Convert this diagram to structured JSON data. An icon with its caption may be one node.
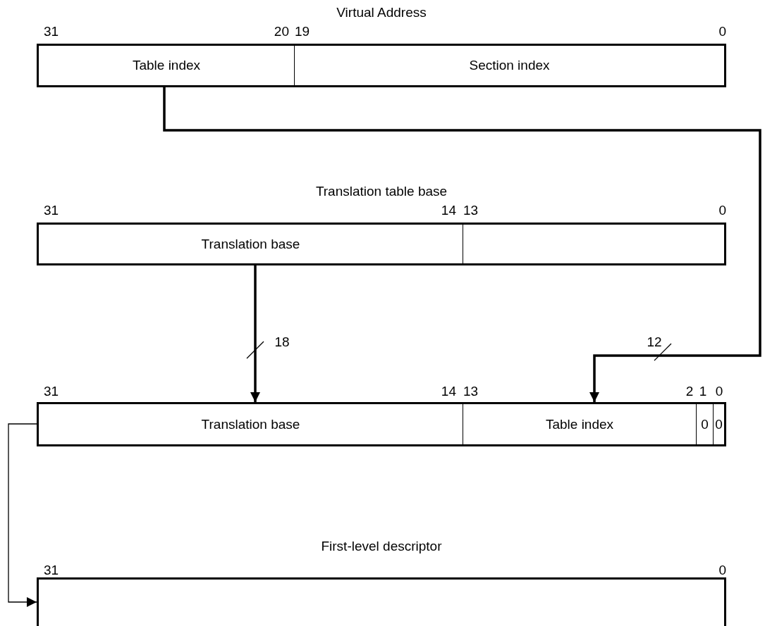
{
  "diagram": {
    "nodes": [
      {
        "text": [
          "Virtual Address"
        ]
      },
      {
        "text": [
          "Table index"
        ],
        "in": 0
      },
      {
        "text": [
          "Section index"
        ],
        "in": 0
      },
      {
        "text": [
          "Translation table base"
        ]
      },
      {
        "text": [
          "Translation base"
        ],
        "in": 3
      },
      {
        "text": [],
        "shape": "box",
        "in": 3
      },
      {
        "text": [],
        "shape": "box"
      },
      {
        "text": [
          "Translation base"
        ],
        "in": 6
      },
      {
        "text": [
          "Table index"
        ],
        "in": 6
      },
      {
        "text": [
          "0"
        ],
        "in": 6
      },
      {
        "text": [
          "0"
        ],
        "in": 6
      },
      {
        "text": [
          "First-level descriptor"
        ]
      }
    ],
    "edges": [
      {
        "from": 1,
        "to": 8,
        "arrow": "to",
        "label": "12"
      },
      {
        "from": 4,
        "to": 7,
        "arrow": "to",
        "label": "18"
      },
      {
        "from": 6,
        "to": 11,
        "arrow": "to"
      }
    ],
    "labels": [
      "31",
      "20",
      "19",
      "0",
      "31",
      "14",
      "13",
      "0",
      "31",
      "14",
      "13",
      "2",
      "1",
      "0",
      "31",
      "0"
    ]
  }
}
